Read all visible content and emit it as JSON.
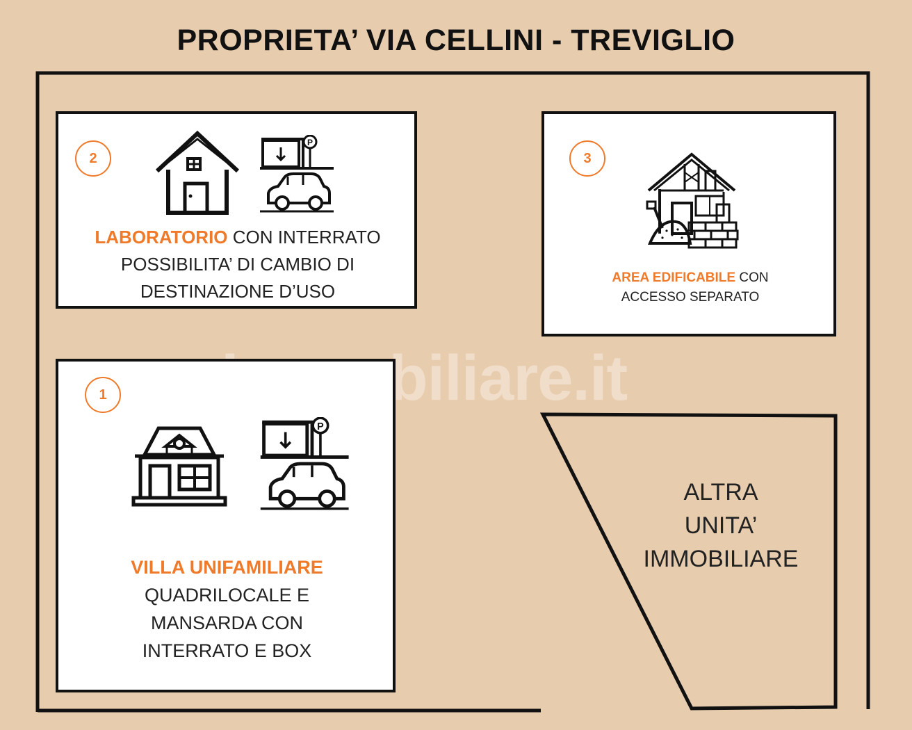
{
  "title": "PROPRIETA’ VIA CELLINI - TREVIGLIO",
  "accent_color": "#ef7a2a",
  "background_color": "#e8ccae",
  "units": [
    {
      "number": "2",
      "highlight": "LABORATORIO",
      "text_after_highlight": "CON INTERRATO",
      "lines": [
        "POSSIBILITA’ DI CAMBIO DI",
        "DESTINAZIONE D’USO"
      ],
      "icons": [
        "house-icon",
        "garage-parking-icon"
      ]
    },
    {
      "number": "3",
      "highlight": "AREA EDIFICABILE",
      "text_after_highlight": "CON",
      "lines": [
        "ACCESSO SEPARATO"
      ],
      "icons": [
        "construction-house-icon"
      ]
    },
    {
      "number": "1",
      "highlight": "VILLA UNIFAMILIARE",
      "lines": [
        "QUADRILOCALE E",
        "MANSARDA CON",
        "INTERRATO E BOX"
      ],
      "icons": [
        "villa-icon",
        "garage-parking-icon"
      ]
    }
  ],
  "other_unit": {
    "lines": [
      "ALTRA",
      "UNITA’",
      "IMMOBILIARE"
    ]
  },
  "watermark": "immobiliare.it"
}
